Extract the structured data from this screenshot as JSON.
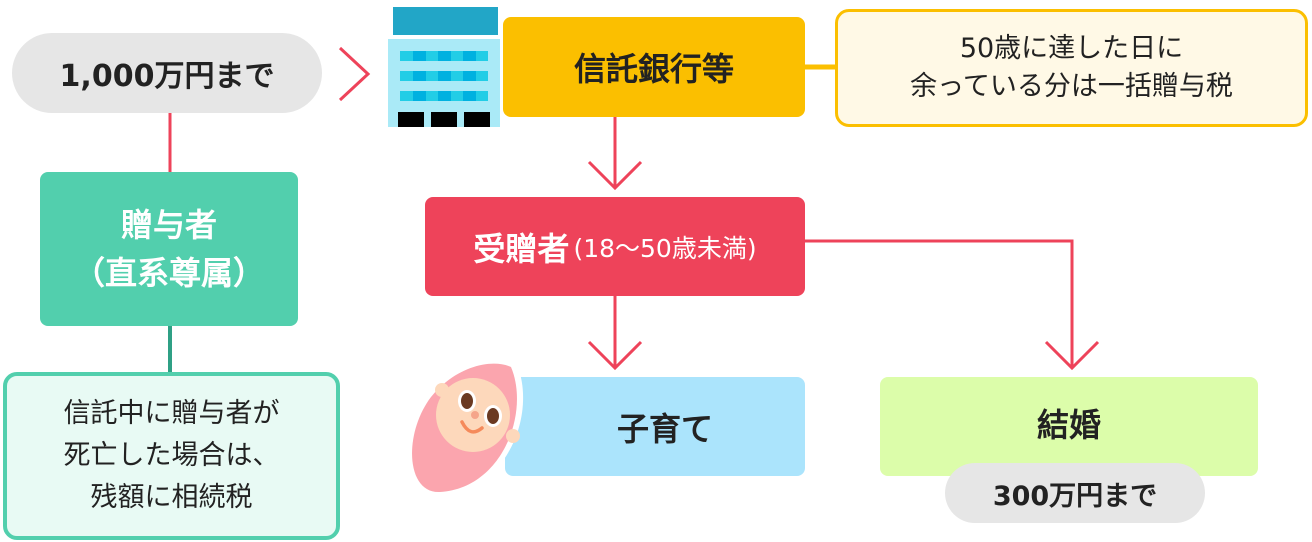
{
  "amount_limit": "1,000万円まで",
  "trust_bank": "信託銀行等",
  "note_age50": [
    "50歳に達した日に",
    "余っている分は一括贈与税"
  ],
  "donor": [
    "贈与者",
    "（直系尊属）"
  ],
  "note_donor_death": [
    "信託中に贈与者が",
    "死亡した場合は、",
    "残額に相続税"
  ],
  "recipient": {
    "label": "受贈者",
    "age": "(18〜50歳未満)"
  },
  "childcare": "子育て",
  "marriage": "結婚",
  "marriage_limit": "300万円まで",
  "colors": {
    "red": "#ee435a",
    "yellow": "#fbbf00",
    "green": "#52cfad",
    "blue": "#abe4fc",
    "lime": "#dcfdaa",
    "gray": "#e6e6e6"
  }
}
